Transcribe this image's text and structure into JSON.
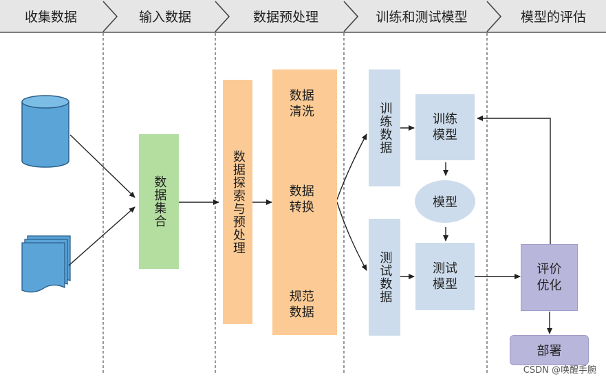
{
  "stages": [
    "收集数据",
    "输入数据",
    "数据预处理",
    "训练和测试模型",
    "模型的评估"
  ],
  "boxes": {
    "dataset": "数据集合",
    "explore": "数据探索与预处理",
    "clean": "数据清洗",
    "transform": "数据转换",
    "normalize": "规范数据",
    "train_data": "训练数据",
    "test_data": "测试数据",
    "train_model": "训练模型",
    "model": "模型",
    "test_model": "测试模型",
    "evaluate": "评价优化",
    "deploy": "部署"
  },
  "icons": [
    "database-icon",
    "documents-icon"
  ],
  "colors": {
    "dataset": "#b4dea0",
    "preprocess": "#fccb95",
    "model": "#cddcec",
    "evaluate": "#b9b6dc",
    "database": "#5aa4d8"
  },
  "watermark": "CSDN @唤醒手腕"
}
